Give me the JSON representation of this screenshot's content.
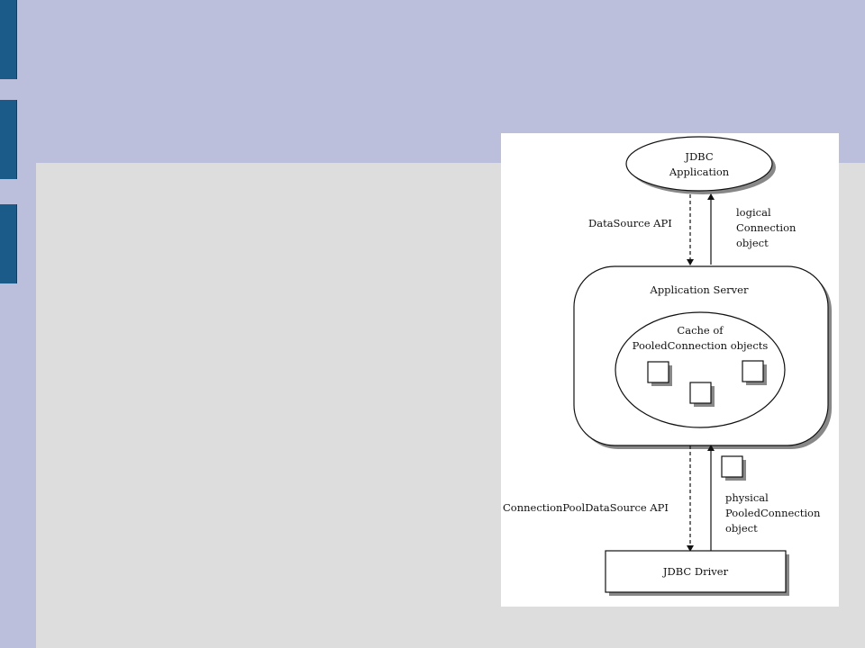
{
  "diagram": {
    "app_node": {
      "line1": "JDBC",
      "line2": "Application"
    },
    "datasource_label": "DataSource API",
    "logical_label": {
      "line1": "logical",
      "line2": "Connection",
      "line3": "object"
    },
    "server_title": "Application Server",
    "cache_label": {
      "line1": "Cache of",
      "line2": "PooledConnection objects"
    },
    "cpds_label": "ConnectionPoolDataSource API",
    "physical_label": {
      "line1": "physical",
      "line2": "PooledConnection",
      "line3": "object"
    },
    "driver_label": "JDBC Driver"
  }
}
